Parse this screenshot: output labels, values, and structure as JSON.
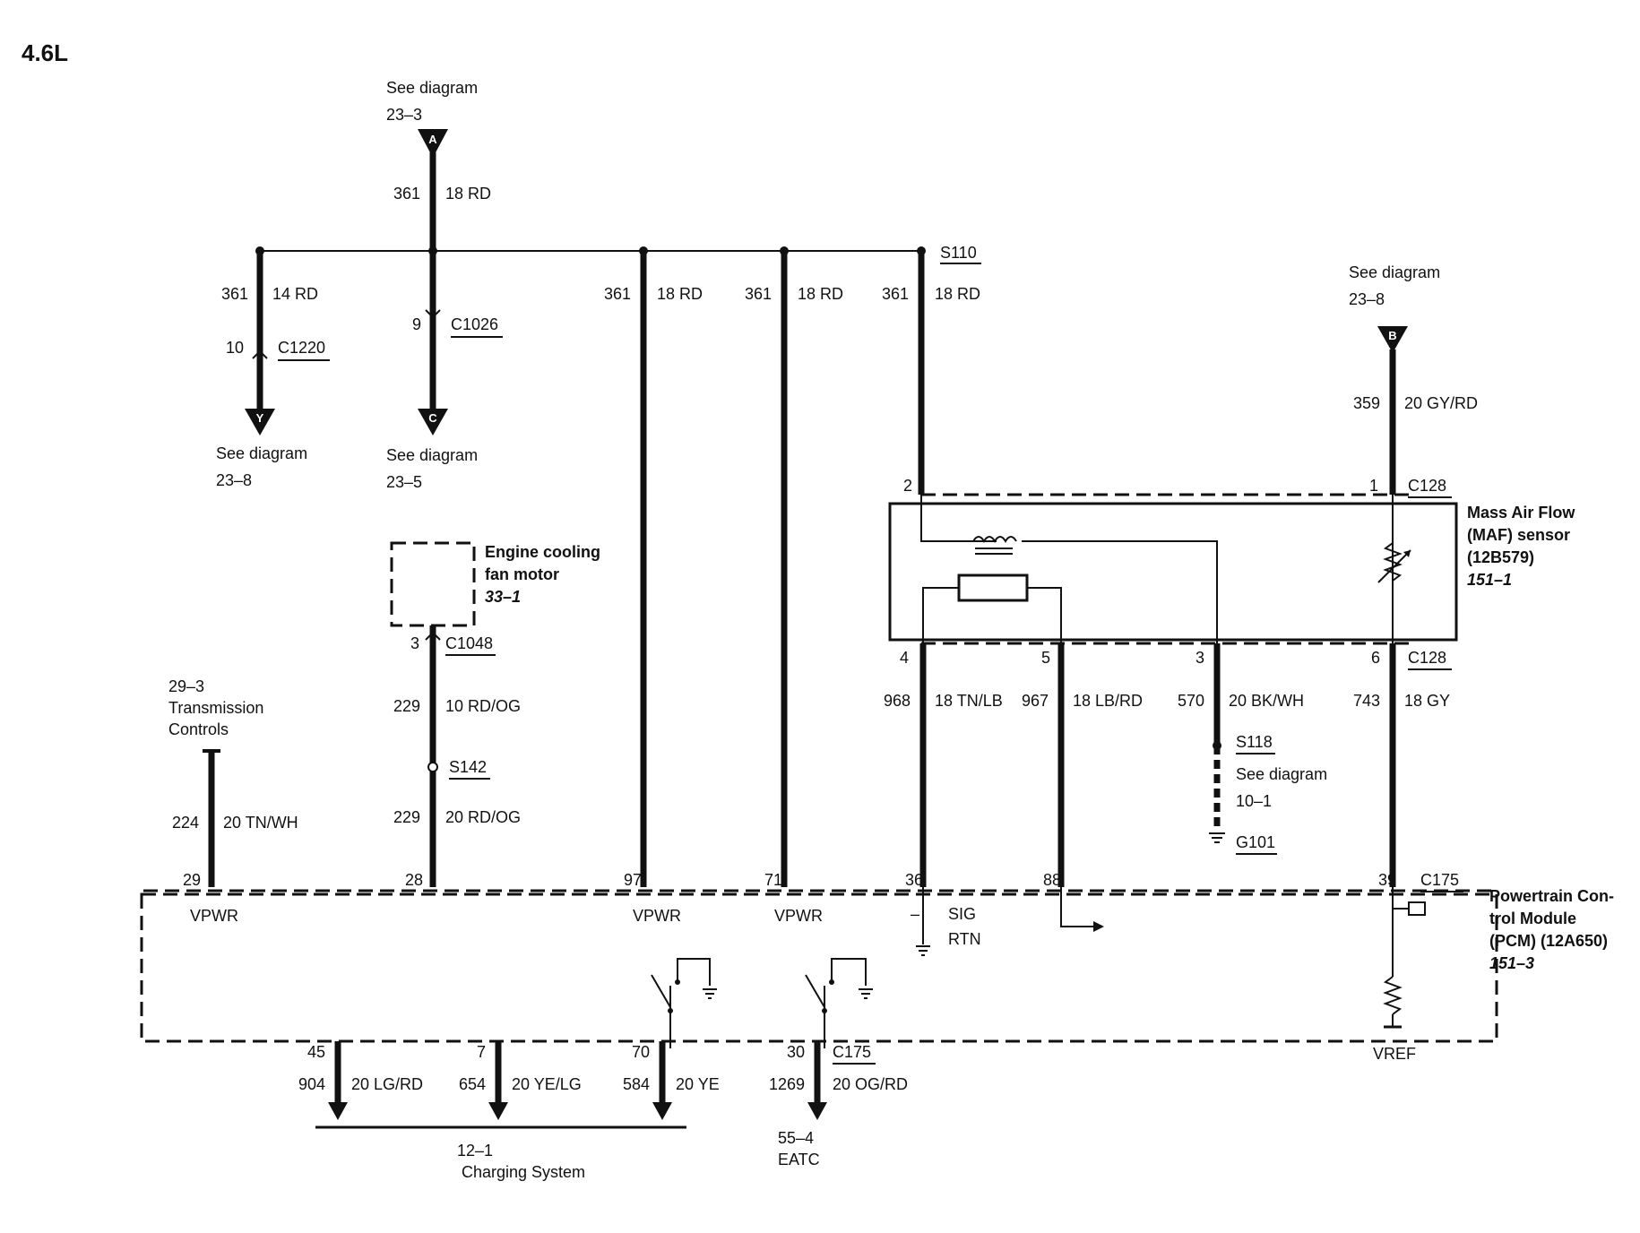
{
  "title": "4.6L",
  "connectors": {
    "A": {
      "letter": "A",
      "ref_line1": "See diagram",
      "ref_line2": "23–3"
    },
    "Y": {
      "letter": "Y",
      "ref_line1": "See diagram",
      "ref_line2": "23–8"
    },
    "C": {
      "letter": "C",
      "ref_line1": "See diagram",
      "ref_line2": "23–5"
    },
    "B": {
      "letter": "B",
      "ref_line1": "See diagram",
      "ref_line2": "23–8"
    }
  },
  "splices": {
    "s110": "S110",
    "s142": "S142",
    "s118": "S118"
  },
  "ground": {
    "g101": "G101",
    "ref_line1": "See diagram",
    "ref_line2": "10–1"
  },
  "connector_ids": {
    "c1220": "C1220",
    "c1026": "C1026",
    "c1048": "C1048",
    "c128_top": "C128",
    "c128_bottom": "C128",
    "c175_top": "C175",
    "c175_bottom": "C175"
  },
  "wires": {
    "w361_main": {
      "circuit": "361",
      "spec": "18 RD"
    },
    "w361_y": {
      "circuit": "361",
      "spec": "14 RD",
      "pin": "10"
    },
    "w_c": {
      "pin": "9"
    },
    "w361_97": {
      "circuit": "361",
      "spec": "18 RD"
    },
    "w361_71": {
      "circuit": "361",
      "spec": "18 RD"
    },
    "w361_s110": {
      "circuit": "361",
      "spec": "18 RD"
    },
    "w359": {
      "circuit": "359",
      "spec": "20 GY/RD"
    },
    "w229_a": {
      "circuit": "229",
      "spec": "10 RD/OG",
      "pin": "3"
    },
    "w229_b": {
      "circuit": "229",
      "spec": "20 RD/OG"
    },
    "w224": {
      "circuit": "224",
      "spec": "20 TN/WH"
    },
    "w968": {
      "circuit": "968",
      "spec": "18 TN/LB",
      "pin": "4"
    },
    "w967": {
      "circuit": "967",
      "spec": "18 LB/RD",
      "pin": "5"
    },
    "w570": {
      "circuit": "570",
      "spec": "20 BK/WH",
      "pin": "3"
    },
    "w743": {
      "circuit": "743",
      "spec": "18 GY",
      "pin": "6"
    },
    "w904": {
      "circuit": "904",
      "spec": "20 LG/RD",
      "pin": "45"
    },
    "w654": {
      "circuit": "654",
      "spec": "20 YE/LG",
      "pin": "7"
    },
    "w584": {
      "circuit": "584",
      "spec": "20 YE",
      "pin": "70"
    },
    "w1269": {
      "circuit": "1269",
      "spec": "20 OG/RD",
      "pin": "30"
    }
  },
  "maf": {
    "pin_top_left": "2",
    "pin_top_right": "1",
    "name_line1": "Mass Air Flow",
    "name_line2": "(MAF) sensor",
    "name_line3": "(12B579)",
    "ref": "151–1"
  },
  "fan": {
    "name_line1": "Engine cooling",
    "name_line2": "fan motor",
    "ref": "33–1"
  },
  "transmission": {
    "ref": "29–3",
    "line1": "Transmission",
    "line2": "Controls"
  },
  "pcm": {
    "pins": {
      "p29": "29",
      "p28": "28",
      "p97": "97",
      "p71": "71",
      "p36": "36",
      "p88": "88",
      "p39": "39"
    },
    "labels": {
      "vpwr1": "VPWR",
      "vpwr2": "VPWR",
      "vpwr3": "VPWR",
      "sig": "SIG",
      "rtn": "RTN",
      "minus": "–",
      "vref": "VREF"
    },
    "name_line1": "Powertrain Con-",
    "name_line2": "trol Module",
    "name_line3": "(PCM) (12A650)",
    "ref": "151–3"
  },
  "charging": {
    "ref": "12–1",
    "label": "Charging System"
  },
  "eatc": {
    "ref": "55–4",
    "label": "EATC"
  }
}
